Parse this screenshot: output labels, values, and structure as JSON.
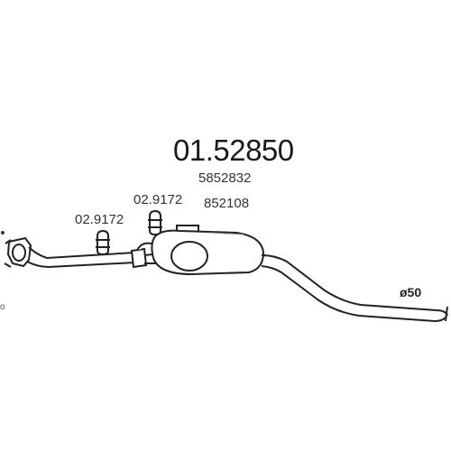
{
  "diagram": {
    "part_number": "01.52850",
    "reference_numbers": [
      "5852832",
      "852108"
    ],
    "clamps": [
      {
        "label": "02.9172"
      },
      {
        "label": "02.9172"
      }
    ],
    "diameter_label": "ø50",
    "edge_mark": "o"
  }
}
